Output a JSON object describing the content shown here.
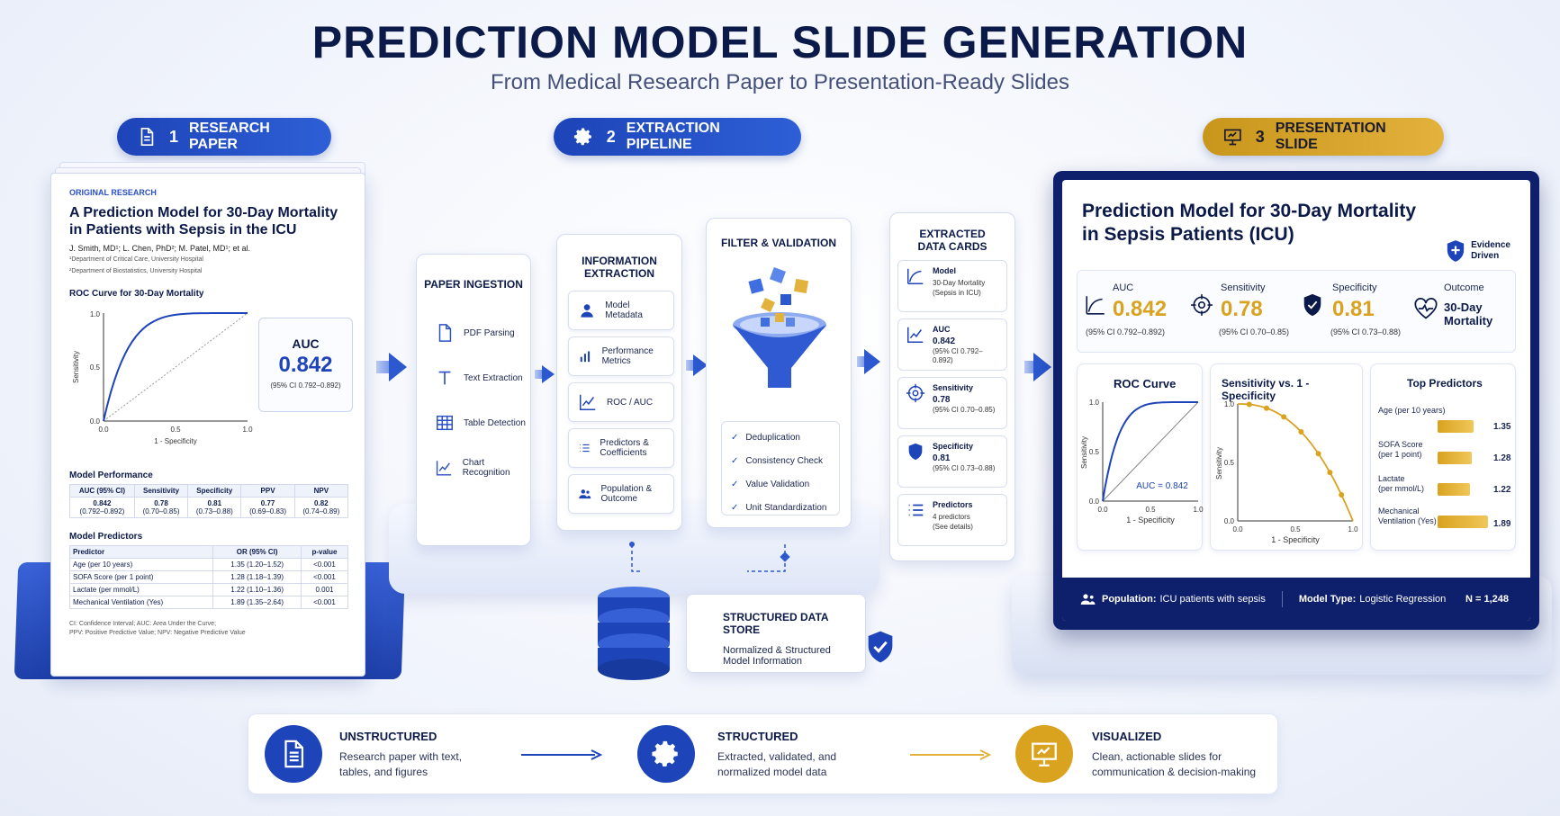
{
  "header": {
    "title": "PREDICTION MODEL SLIDE GENERATION",
    "subtitle": "From Medical Research Paper to Presentation-Ready Slides"
  },
  "steps": [
    {
      "num": "1",
      "label": "RESEARCH PAPER",
      "icon": "document-icon",
      "color": "#1d44b8"
    },
    {
      "num": "2",
      "label": "EXTRACTION PIPELINE",
      "icon": "gear-icon",
      "color": "#1d44b8"
    },
    {
      "num": "3",
      "label": "PRESENTATION SLIDE",
      "icon": "presentation-icon",
      "color": "#d9a21f"
    }
  ],
  "paper": {
    "tag": "ORIGINAL RESEARCH",
    "title": "A Prediction Model for 30-Day Mortality in Patients with Sepsis in the ICU",
    "authors": "J. Smith, MD¹; L. Chen, PhD²; M. Patel, MD¹; et al.",
    "dept1": "¹Department of Critical Care, University Hospital",
    "dept2": "²Department of Biostatistics, University Hospital",
    "roc_title": "ROC Curve for 30-Day Mortality",
    "roc_ylabel": "Sensitivity",
    "roc_xlabel": "1 - Specificity",
    "roc_ticks_x": [
      "0.0",
      "0.5",
      "1.0"
    ],
    "roc_ticks_y": [
      "1.0",
      "0.5",
      "0.0"
    ],
    "auc_label": "AUC",
    "auc_value": "0.842",
    "auc_ci": "(95% CI 0.792–0.892)",
    "perf_title": "Model Performance",
    "perf_headers": [
      "AUC (95% CI)",
      "Sensitivity",
      "Specificity",
      "PPV",
      "NPV"
    ],
    "perf_values": [
      "0.842",
      "0.78",
      "0.81",
      "0.77",
      "0.82"
    ],
    "perf_cis": [
      "(0.792–0.892)",
      "(0.70–0.85)",
      "(0.73–0.88)",
      "(0.69–0.83)",
      "(0.74–0.89)"
    ],
    "pred_title": "Model Predictors",
    "pred_headers": [
      "Predictor",
      "OR (95% CI)",
      "p-value"
    ],
    "pred_rows": [
      [
        "Age (per 10 years)",
        "1.35 (1.20–1.52)",
        "<0.001"
      ],
      [
        "SOFA Score (per 1 point)",
        "1.28 (1.18–1.39)",
        "<0.001"
      ],
      [
        "Lactate (per mmol/L)",
        "1.22 (1.10–1.36)",
        "0.001"
      ],
      [
        "Mechanical Ventilation (Yes)",
        "1.89 (1.35–2.64)",
        "<0.001"
      ]
    ],
    "footnote1": "CI: Confidence Interval; AUC: Area Under the Curve;",
    "footnote2": "PPV: Positive Predictive Value; NPV: Negative Predictive Value"
  },
  "pipeline": {
    "ingestion_title": "PAPER INGESTION",
    "ingestion_items": [
      "PDF Parsing",
      "Text Extraction",
      "Table Detection",
      "Chart Recognition"
    ],
    "info_title_1": "INFORMATION",
    "info_title_2": "EXTRACTION",
    "info_items": [
      "Model Metadata",
      "Performance Metrics",
      "ROC / AUC",
      "Predictors & Coefficients",
      "Population & Outcome"
    ],
    "filter_title": "FILTER & VALIDATION",
    "filter_items": [
      "Deduplication",
      "Consistency Check",
      "Value Validation",
      "Unit Standardization"
    ],
    "cards_title_1": "EXTRACTED",
    "cards_title_2": "DATA CARDS",
    "cards": [
      {
        "h": "Model",
        "v": "",
        "s1": "30-Day Mortality",
        "s2": "(Sepsis in ICU)"
      },
      {
        "h": "AUC",
        "v": "0.842",
        "s1": "(95% CI 0.792–0.892)",
        "s2": ""
      },
      {
        "h": "Sensitivity",
        "v": "0.78",
        "s1": "(95% CI 0.70–0.85)",
        "s2": ""
      },
      {
        "h": "Specificity",
        "v": "0.81",
        "s1": "(95% CI 0.73–0.88)",
        "s2": ""
      },
      {
        "h": "Predictors",
        "v": "",
        "s1": "4 predictors",
        "s2": "(See details)"
      }
    ],
    "store_title": "STRUCTURED DATA STORE",
    "store_desc_1": "Normalized & Structured",
    "store_desc_2": "Model Information"
  },
  "slide": {
    "title_1": "Prediction Model for 30-Day Mortality",
    "title_2": "in Sepsis Patients (ICU)",
    "badge_1": "Evidence",
    "badge_2": "Driven",
    "kpis": [
      {
        "t": "AUC",
        "v": "0.842",
        "ci": "(95% CI 0.792–0.892)"
      },
      {
        "t": "Sensitivity",
        "v": "0.78",
        "ci": "(95% CI 0.70–0.85)"
      },
      {
        "t": "Specificity",
        "v": "0.81",
        "ci": "(95% CI 0.73–0.88)"
      },
      {
        "t": "Outcome",
        "v": "30-Day Mortality",
        "ci": ""
      }
    ],
    "roc_title": "ROC Curve",
    "roc_auc": "AUC = 0.842",
    "roc_ylabel": "Sensitivity",
    "roc_xlabel": "1 - Specificity",
    "ss_title": "Sensitivity vs. 1 - Specificity",
    "ss_ylabel": "Sensitivity",
    "ss_xlabel": "1 - Specificity",
    "ticks_x": [
      "0.0",
      "0.5",
      "1.0"
    ],
    "ticks_y": [
      "1.0",
      "0.5",
      "0.0"
    ],
    "tp_title": "Top Predictors",
    "tp": [
      {
        "l1": "Age (per 10 years)",
        "l2": "",
        "v": "1.35",
        "num": 1.35
      },
      {
        "l1": "SOFA Score",
        "l2": "(per 1 point)",
        "v": "1.28",
        "num": 1.28
      },
      {
        "l1": "Lactate",
        "l2": "(per mmol/L)",
        "v": "1.22",
        "num": 1.22
      },
      {
        "l1": "Mechanical",
        "l2": "Ventilation (Yes)",
        "v": "1.89",
        "num": 1.89
      }
    ],
    "footer_pop_label": "Population:",
    "footer_pop_value": "ICU patients with sepsis",
    "footer_type_label": "Model Type:",
    "footer_type_value": "Logistic Regression",
    "footer_n": "N = 1,248"
  },
  "bottom": [
    {
      "h": "UNSTRUCTURED",
      "d1": "Research paper with text,",
      "d2": "tables, and figures",
      "color": "#1d44b8"
    },
    {
      "h": "STRUCTURED",
      "d1": "Extracted, validated, and",
      "d2": "normalized model data",
      "color": "#1d44b8"
    },
    {
      "h": "VISUALIZED",
      "d1": "Clean, actionable slides for",
      "d2": "communication & decision-making",
      "color": "#d9a21f"
    }
  ]
}
